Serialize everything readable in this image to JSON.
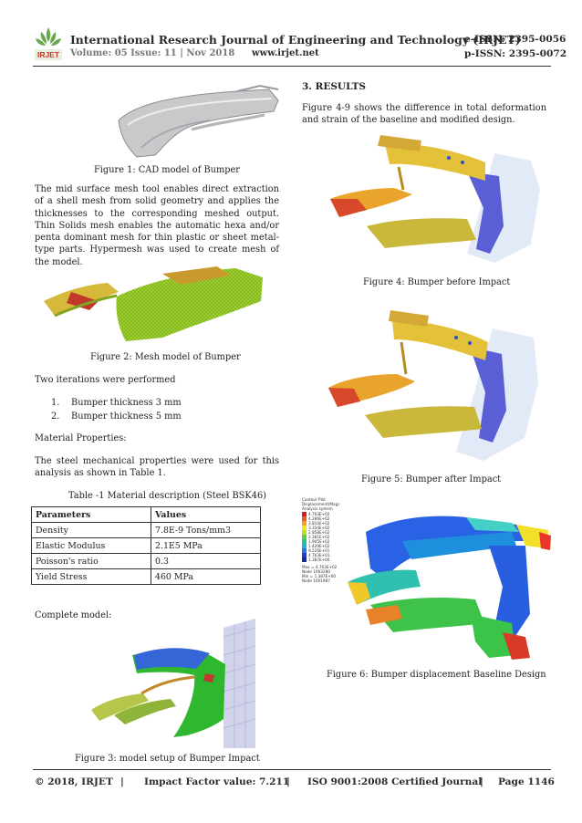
{
  "header": {
    "journal_title": "International Research Journal of Engineering and Technology (IRJET)",
    "eissn": "e-ISSN: 2395-0056",
    "volume": "Volume: 05 Issue: 11 | Nov 2018",
    "website": "www.irjet.net",
    "pissn": "p-ISSN: 2395-0072",
    "logo_text": "IRJET"
  },
  "left": {
    "fig1_caption": "Figure 1: CAD model of Bumper",
    "para1": "The mid surface mesh tool enables direct extraction of a shell mesh from solid geometry and applies the thicknesses to the corresponding meshed output. Thin Solids mesh enables the automatic hexa and/or penta dominant mesh for thin plastic or sheet metal-type parts. Hypermesh was used to create mesh of the model.",
    "fig2_caption": "Figure 2: Mesh model of Bumper",
    "iterations_intro": "Two iterations were performed",
    "iterations": [
      {
        "num": "1.",
        "text": "Bumper thickness 3 mm"
      },
      {
        "num": "2.",
        "text": "Bumper thickness 5 mm"
      }
    ],
    "material_props_label": "Material Properties:",
    "steel_para": "The steel mechanical properties were used for this analysis as shown in Table 1.",
    "table_caption": "Table -1 Material description (Steel BSK46)",
    "table": {
      "headers": [
        "Parameters",
        "Values"
      ],
      "rows": [
        [
          "Density",
          "7.8E-9 Tons/mm3"
        ],
        [
          "Elastic Modulus",
          "2.1E5 MPa"
        ],
        [
          "Poisson's ratio",
          "0.3"
        ],
        [
          "Yield Stress",
          "460 MPa"
        ]
      ]
    },
    "complete_model_label": "Complete model:",
    "fig3_caption": "Figure 3: model setup of Bumper Impact"
  },
  "right": {
    "section_heading": "3. RESULTS",
    "results_para": "Figure 4-9 shows the difference in total deformation and strain of the baseline and modified design.",
    "fig4_caption": "Figure 4: Bumper before Impact",
    "fig5_caption": "Figure 5: Bumper after Impact",
    "fig6_caption": "Figure 6: Bumper displacement Baseline Design",
    "legend": {
      "title_lines": [
        "Contour Plot",
        "Displacement(Mag)",
        "Analysis system"
      ],
      "values": [
        "4.763E+02",
        "4.286E+02",
        "3.810E+02",
        "3.334E+02",
        "2.858E+02",
        "2.381E+02",
        "1.905E+02",
        "1.429E+02",
        "9.526E+01",
        "4.763E+01",
        "1.387E+00"
      ],
      "colors": [
        "#d81e1e",
        "#f05a1e",
        "#f5a31e",
        "#f5e31e",
        "#b9e31e",
        "#5ed23c",
        "#1ec88c",
        "#1eb4d2",
        "#1e78e6",
        "#1e3cd2",
        "#1428a0"
      ],
      "max_text": "Max = 4.763E+02",
      "max_node": "Node 1063280",
      "min_text": "Min = 1.387E+00",
      "min_node": "Node 1001987"
    }
  },
  "footer": {
    "copyright": "© 2018, IRJET",
    "sep1": "|",
    "impact": "Impact Factor value: 7.211",
    "sep2": "|",
    "iso": "ISO 9001:2008 Certified Journal",
    "sep3": "|",
    "page": "Page 1146"
  }
}
